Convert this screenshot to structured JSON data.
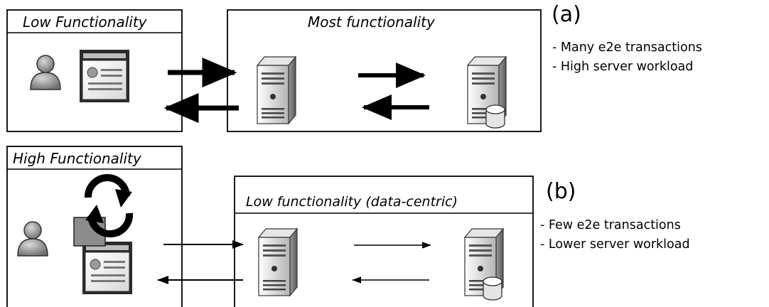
{
  "panel_a": {
    "client_title": "Low Functionality",
    "server_title": "Most functionality",
    "tag": "(a)",
    "bullets": [
      "- Many e2e transactions",
      "- High server workload"
    ]
  },
  "panel_b": {
    "client_title": "High Functionality",
    "server_title": "Low functionality (data-centric)",
    "tag": "(b)",
    "bullets": [
      "- Few e2e transactions",
      "- Lower server workload"
    ]
  },
  "icons": [
    "user-icon",
    "browser-window-icon",
    "server-icon",
    "database-server-icon",
    "refresh-cycle-icon",
    "app-widget-icon"
  ]
}
